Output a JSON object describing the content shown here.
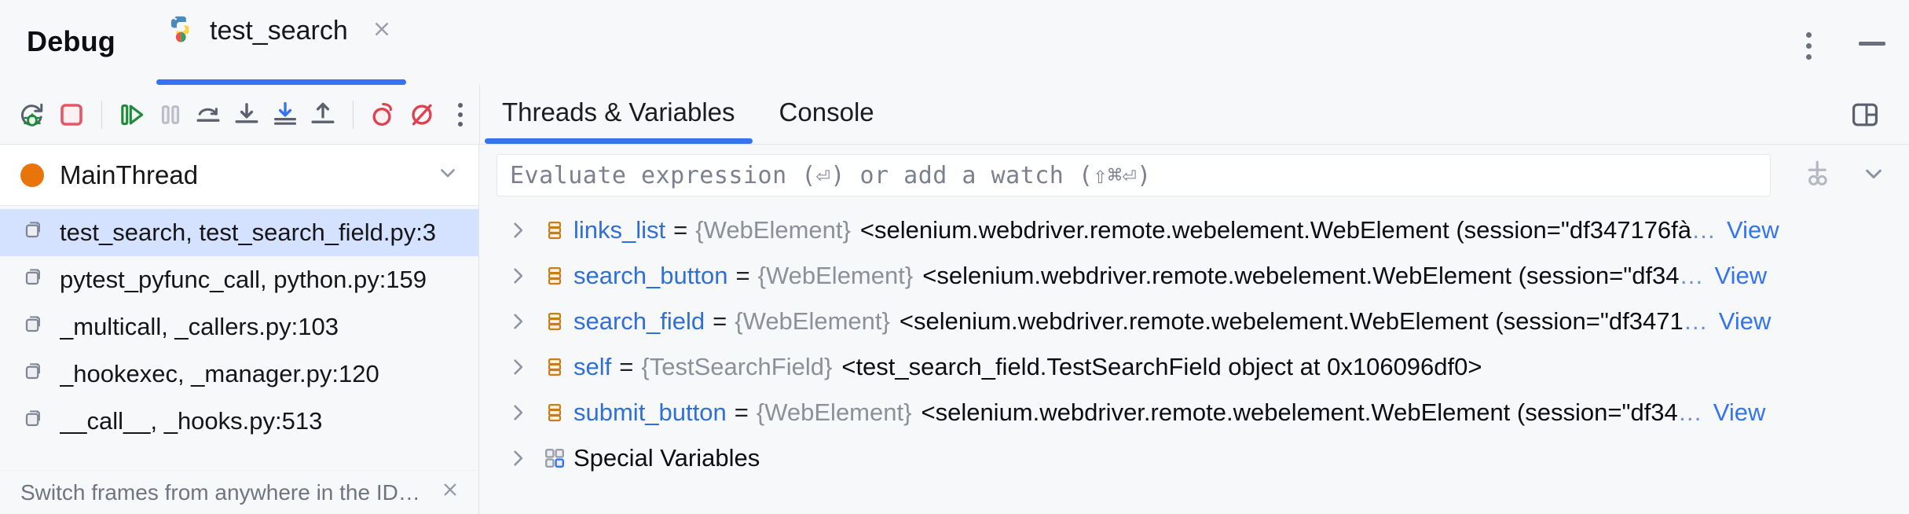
{
  "window": {
    "title": "Debug",
    "tab_label": "test_search",
    "tab_icon": "python-test-icon",
    "close_icon": "close-icon",
    "more_icon": "kebab-menu-icon",
    "minimize_icon": "minimize-icon"
  },
  "toolbar": {
    "buttons": [
      {
        "name": "rerun-debug-button",
        "icon": "rerun-debug-icon"
      },
      {
        "name": "stop-button",
        "icon": "stop-icon"
      },
      {
        "name": "resume-program-button",
        "icon": "resume-icon"
      },
      {
        "name": "pause-program-button",
        "icon": "pause-icon"
      },
      {
        "name": "step-over-button",
        "icon": "step-over-icon"
      },
      {
        "name": "step-into-button",
        "icon": "step-into-icon"
      },
      {
        "name": "force-step-into-button",
        "icon": "force-step-into-icon"
      },
      {
        "name": "step-out-button",
        "icon": "step-out-icon"
      },
      {
        "name": "view-breakpoints-button",
        "icon": "breakpoints-icon"
      },
      {
        "name": "mute-breakpoints-button",
        "icon": "mute-breakpoints-icon"
      },
      {
        "name": "more-options-button",
        "icon": "kebab-menu-icon"
      }
    ],
    "layout_icon": "layout-settings-icon"
  },
  "tabs": [
    {
      "label": "Threads & Variables",
      "active": true
    },
    {
      "label": "Console",
      "active": false
    }
  ],
  "sidebar": {
    "thread": {
      "name": "MainThread",
      "status_color": "#e8740c",
      "dropdown_icon": "chevron-down-icon"
    },
    "frames": [
      {
        "label": "test_search, test_search_field.py:3",
        "selected": true
      },
      {
        "label": "pytest_pyfunc_call, python.py:159",
        "selected": false
      },
      {
        "label": "_multicall, _callers.py:103",
        "selected": false
      },
      {
        "label": "_hookexec, _manager.py:120",
        "selected": false
      },
      {
        "label": "__call__, _hooks.py:513",
        "selected": false
      }
    ],
    "hint": {
      "text": "Switch frames from anywhere in the ID…",
      "close_icon": "close-icon"
    }
  },
  "evaluate": {
    "placeholder": "Evaluate expression (⏎) or add a watch (⇧⌘⏎)",
    "value": "",
    "add_watch_icon": "add-watch-icon",
    "expand_icon": "chevron-down-icon"
  },
  "variables": {
    "view_label": "View",
    "ellipsis": "…",
    "rows": [
      {
        "name": "links_list",
        "type": "{WebElement}",
        "value": "<selenium.webdriver.remote.webelement.WebElement (session=\"df347176fà",
        "has_view": true,
        "icon": "variable-icon",
        "twisty": "chevron-right-icon"
      },
      {
        "name": "search_button",
        "type": "{WebElement}",
        "value": "<selenium.webdriver.remote.webelement.WebElement (session=\"df34",
        "has_view": true,
        "icon": "variable-icon",
        "twisty": "chevron-right-icon"
      },
      {
        "name": "search_field",
        "type": "{WebElement}",
        "value": "<selenium.webdriver.remote.webelement.WebElement (session=\"df3471",
        "has_view": true,
        "icon": "variable-icon",
        "twisty": "chevron-right-icon"
      },
      {
        "name": "self",
        "type": "{TestSearchField}",
        "value": "<test_search_field.TestSearchField object at 0x106096df0>",
        "has_view": false,
        "icon": "variable-icon",
        "twisty": "chevron-right-icon"
      },
      {
        "name": "submit_button",
        "type": "{WebElement}",
        "value": "<selenium.webdriver.remote.webelement.WebElement (session=\"df34",
        "has_view": true,
        "icon": "variable-icon",
        "twisty": "chevron-right-icon"
      }
    ],
    "special": {
      "label": "Special Variables",
      "icon": "special-variables-icon",
      "twisty": "chevron-right-icon"
    }
  },
  "colors": {
    "accent": "#3574f0",
    "selection": "#d4e2ff",
    "thread_running": "#e8740c",
    "variable_icon": "#c77d19",
    "stop_red": "#e55765",
    "resume_green": "#208a3c"
  }
}
